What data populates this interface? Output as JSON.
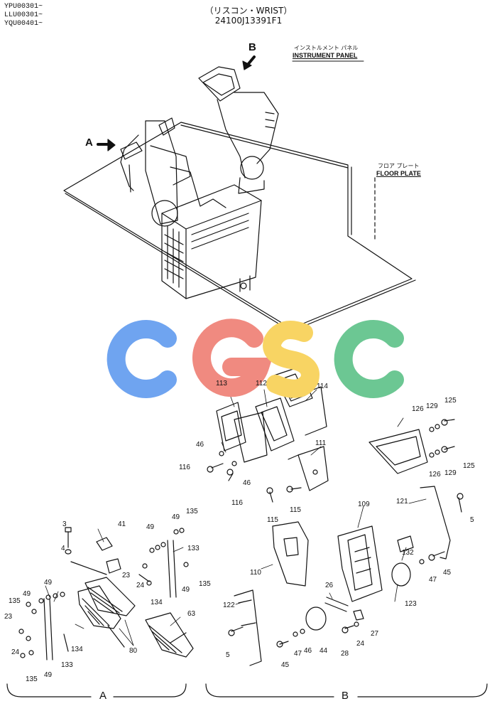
{
  "header": {
    "serials": [
      "YPU00301~",
      "LLU00301~",
      "YQU00401~"
    ],
    "title": "（リスコン・WRIST）",
    "part_code": "24100J13391F1"
  },
  "overview": {
    "instrument_panel_jp": "インストルメント パネル",
    "instrument_panel": "INSTRUMENT PANEL",
    "floor_plate_jp": "フロア プレート",
    "floor_plate": "FLOOR PLATE",
    "view_a": "A",
    "view_b": "B"
  },
  "watermark": {
    "letters": [
      "C",
      "G",
      "S",
      "C"
    ],
    "colors": [
      "#6fa4f0",
      "#f08a80",
      "#f8d463",
      "#6cc793"
    ]
  },
  "callouts": {
    "n3": "3",
    "n4": "4",
    "n41": "41",
    "n49a": "49",
    "n49b": "49",
    "n49c": "49",
    "n49d": "49",
    "n49e": "49",
    "n49f": "49",
    "n135a": "135",
    "n135b": "135",
    "n135c": "135",
    "n135d": "135",
    "n133a": "133",
    "n133b": "133",
    "n23a": "23",
    "n23b": "23",
    "n24a": "24",
    "n24b": "24",
    "n24c": "24",
    "n134a": "134",
    "n134b": "134",
    "n80": "80",
    "n63": "63",
    "n113": "113",
    "n112": "112",
    "n114": "114",
    "n111": "111",
    "n46a": "46",
    "n46b": "46",
    "n46c": "46",
    "n116a": "116",
    "n116b": "116",
    "n115a": "115",
    "n115b": "115",
    "n110": "110",
    "n109": "109",
    "n26": "26",
    "n122": "122",
    "n5a": "5",
    "n5b": "5",
    "n45a": "45",
    "n45b": "45",
    "n47a": "47",
    "n47b": "47",
    "n44": "44",
    "n28": "28",
    "n27": "27",
    "n123": "123",
    "n132": "132",
    "n121": "121",
    "n126a": "126",
    "n126b": "126",
    "n129a": "129",
    "n129b": "129",
    "n125a": "125",
    "n125b": "125"
  },
  "sections": {
    "a": "A",
    "b": "B"
  }
}
